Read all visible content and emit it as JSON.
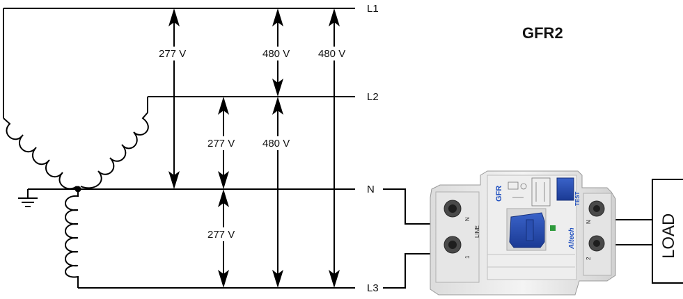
{
  "title": "GFR2",
  "lines": {
    "l1": "L1",
    "l2": "L2",
    "n": "N",
    "l3": "L3"
  },
  "voltages": {
    "l1_n": "277 V",
    "l1_l2": "480 V",
    "l1_l3": "480 V",
    "l2_n": "277 V",
    "l2_l3": "480 V",
    "n_l3": "277 V"
  },
  "load_label": "LOAD",
  "device": {
    "brand_label": "GFR",
    "line_label": "LINE",
    "n_terminal": "N",
    "terminal_1": "1",
    "terminal_2": "2",
    "test_label": "TEST",
    "maker_label": "Altech"
  }
}
